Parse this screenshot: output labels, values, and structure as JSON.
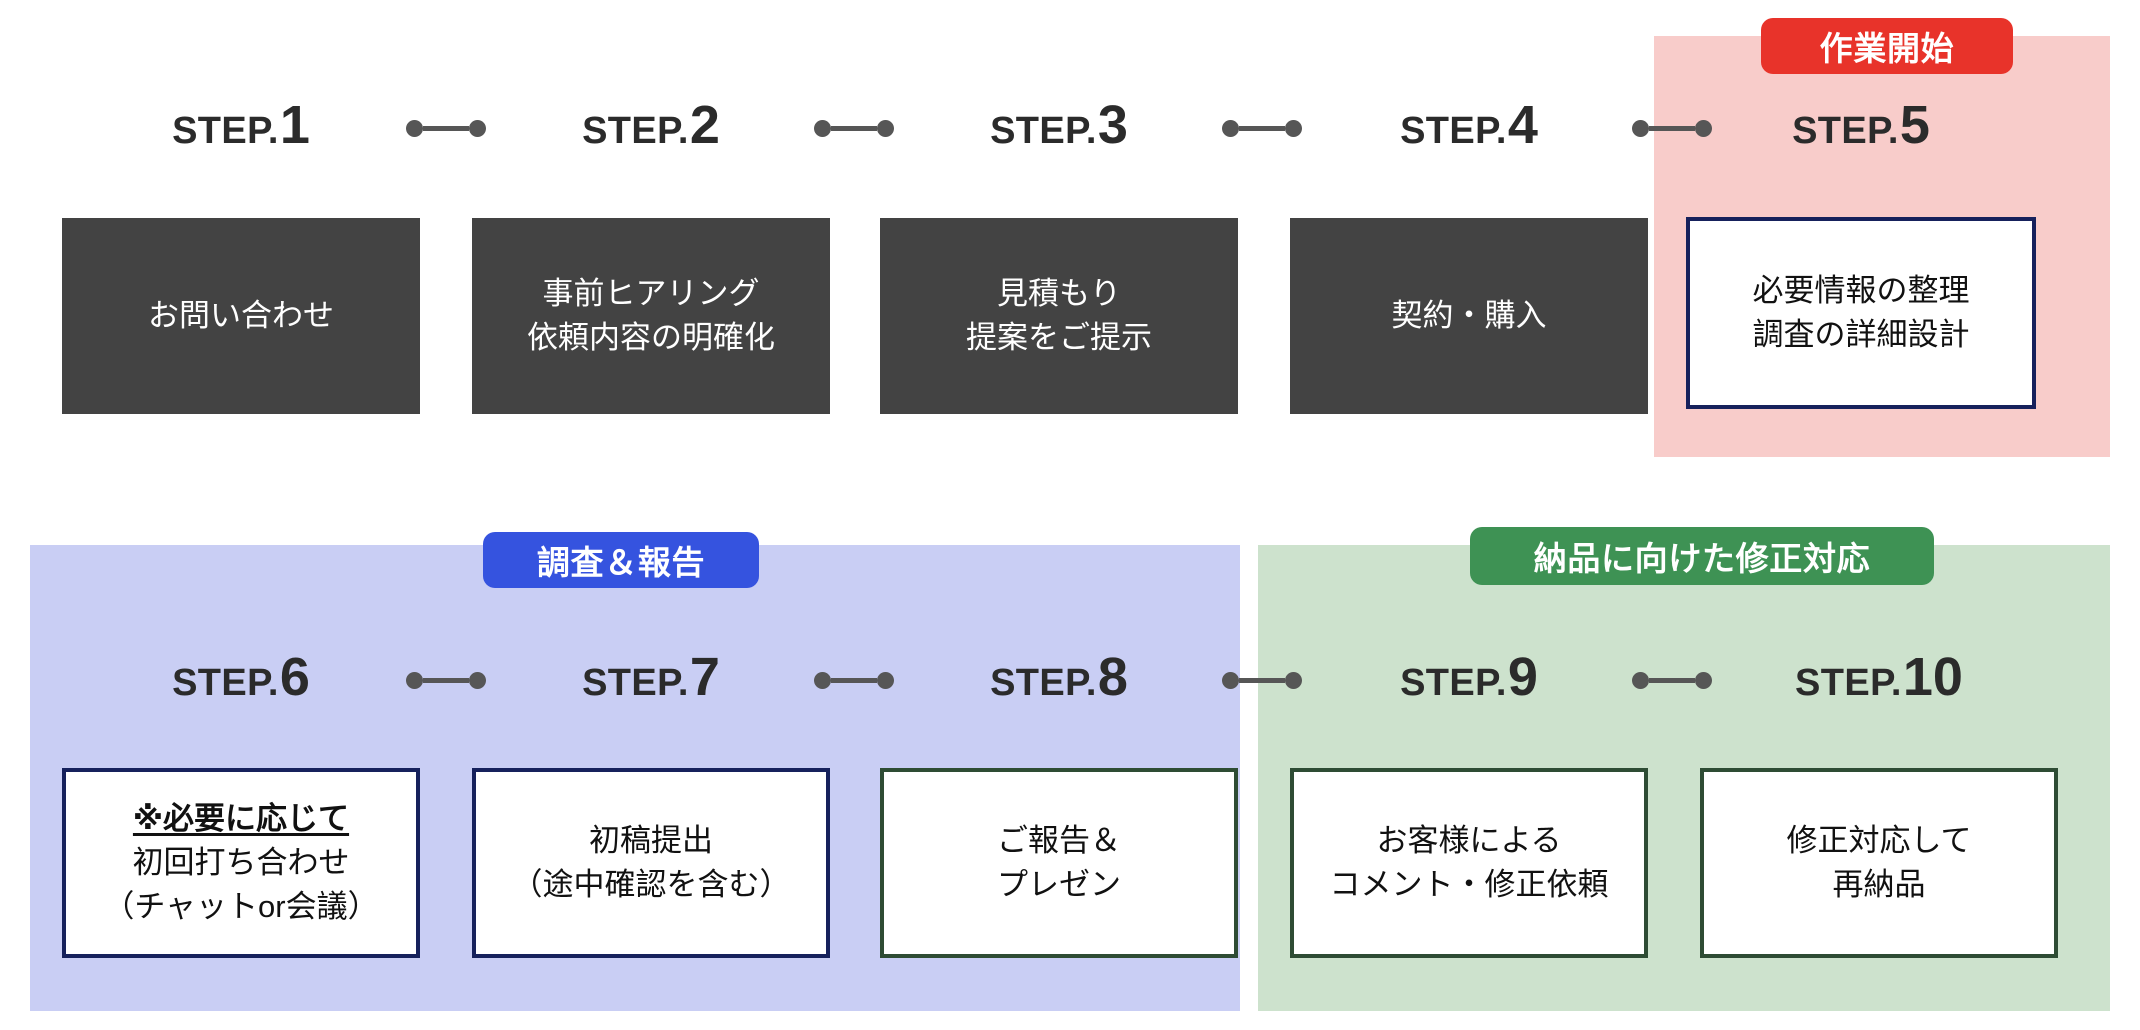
{
  "colors": {
    "pink_band": "#F8CCCA",
    "blue_band": "#C9CEF4",
    "green_band": "#CDE2CD",
    "red_badge": "#E8332A",
    "blue_badge": "#3553DF",
    "green_badge": "#3E9254",
    "dark_box": "#434343",
    "navy_border": "#16215C",
    "green_border": "#2E4C34",
    "connector": "#565656"
  },
  "badges": {
    "work_start": "作業開始",
    "survey_report": "調査＆報告",
    "delivery_fix": "納品に向けた修正対応"
  },
  "step_word": "STEP.",
  "steps": [
    {
      "number": "1",
      "lines": [
        "お問い合わせ"
      ]
    },
    {
      "number": "2",
      "lines": [
        "事前ヒアリング",
        "依頼内容の明確化"
      ]
    },
    {
      "number": "3",
      "lines": [
        "見積もり",
        "提案をご提示"
      ]
    },
    {
      "number": "4",
      "lines": [
        "契約・購入"
      ]
    },
    {
      "number": "5",
      "lines": [
        "必要情報の整理",
        "調査の詳細設計"
      ]
    },
    {
      "number": "6",
      "lines": [
        "※必要に応じて",
        "初回打ち合わせ",
        "（チャットor会議）"
      ],
      "emphasis_line": 0
    },
    {
      "number": "7",
      "lines": [
        "初稿提出",
        "（途中確認を含む）"
      ]
    },
    {
      "number": "8",
      "lines": [
        "ご報告＆",
        "プレゼン"
      ]
    },
    {
      "number": "9",
      "lines": [
        "お客様による",
        "コメント・修正依頼"
      ]
    },
    {
      "number": "10",
      "lines": [
        "修正対応して",
        "再納品"
      ]
    }
  ]
}
